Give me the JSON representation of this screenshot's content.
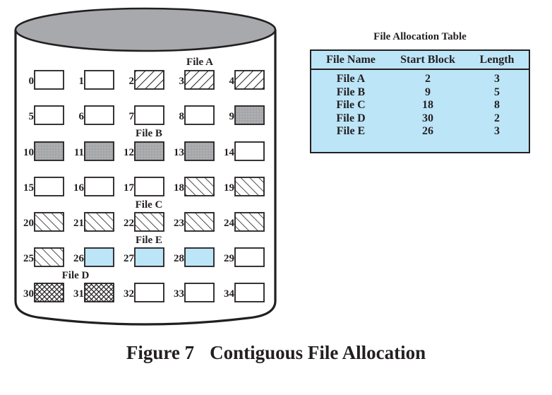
{
  "figure": {
    "number_label": "Figure 7",
    "title": "Contiguous File Allocation"
  },
  "colors": {
    "disk_top": "#a7a9ac",
    "file_b_fill": "#a7a9ac",
    "file_e_fill": "#bde5f8",
    "table_fill": "#bde5f8",
    "ink": "#231f20"
  },
  "disk": {
    "block_count": 35,
    "columns": 5,
    "blocks": [
      {
        "id": "0",
        "file": null
      },
      {
        "id": "1",
        "file": null
      },
      {
        "id": "2",
        "file": "A"
      },
      {
        "id": "3",
        "file": "A"
      },
      {
        "id": "4",
        "file": "A"
      },
      {
        "id": "5",
        "file": null
      },
      {
        "id": "6",
        "file": null
      },
      {
        "id": "7",
        "file": null
      },
      {
        "id": "8",
        "file": null
      },
      {
        "id": "9",
        "file": "B"
      },
      {
        "id": "10",
        "file": "B"
      },
      {
        "id": "11",
        "file": "B"
      },
      {
        "id": "12",
        "file": "B"
      },
      {
        "id": "13",
        "file": "B"
      },
      {
        "id": "14",
        "file": null
      },
      {
        "id": "15",
        "file": null
      },
      {
        "id": "16",
        "file": null
      },
      {
        "id": "17",
        "file": null
      },
      {
        "id": "18",
        "file": "C"
      },
      {
        "id": "19",
        "file": "C"
      },
      {
        "id": "20",
        "file": "C"
      },
      {
        "id": "21",
        "file": "C"
      },
      {
        "id": "22",
        "file": "C"
      },
      {
        "id": "23",
        "file": "C"
      },
      {
        "id": "24",
        "file": "C"
      },
      {
        "id": "25",
        "file": "C"
      },
      {
        "id": "26",
        "file": "E"
      },
      {
        "id": "27",
        "file": "E"
      },
      {
        "id": "28",
        "file": "E"
      },
      {
        "id": "29",
        "file": null
      },
      {
        "id": "30",
        "file": "D"
      },
      {
        "id": "31",
        "file": "D"
      },
      {
        "id": "32",
        "file": null
      },
      {
        "id": "33",
        "file": null
      },
      {
        "id": "34",
        "file": null
      }
    ],
    "file_labels": [
      {
        "text": "File A",
        "file": "A"
      },
      {
        "text": "File B",
        "file": "B"
      },
      {
        "text": "File C",
        "file": "C"
      },
      {
        "text": "File E",
        "file": "E"
      },
      {
        "text": "File D",
        "file": "D"
      }
    ],
    "patterns": {
      "A": "back-diagonal-hatch",
      "B": "stippled-gray",
      "C": "forward-diagonal-hatch",
      "D": "cross-hatch",
      "E": "solid-light-blue"
    }
  },
  "table": {
    "title": "File Allocation Table",
    "headers": [
      "File Name",
      "Start Block",
      "Length"
    ],
    "rows": [
      [
        "File A",
        "2",
        "3"
      ],
      [
        "File B",
        "9",
        "5"
      ],
      [
        "File C",
        "18",
        "8"
      ],
      [
        "File D",
        "30",
        "2"
      ],
      [
        "File E",
        "26",
        "3"
      ]
    ]
  }
}
